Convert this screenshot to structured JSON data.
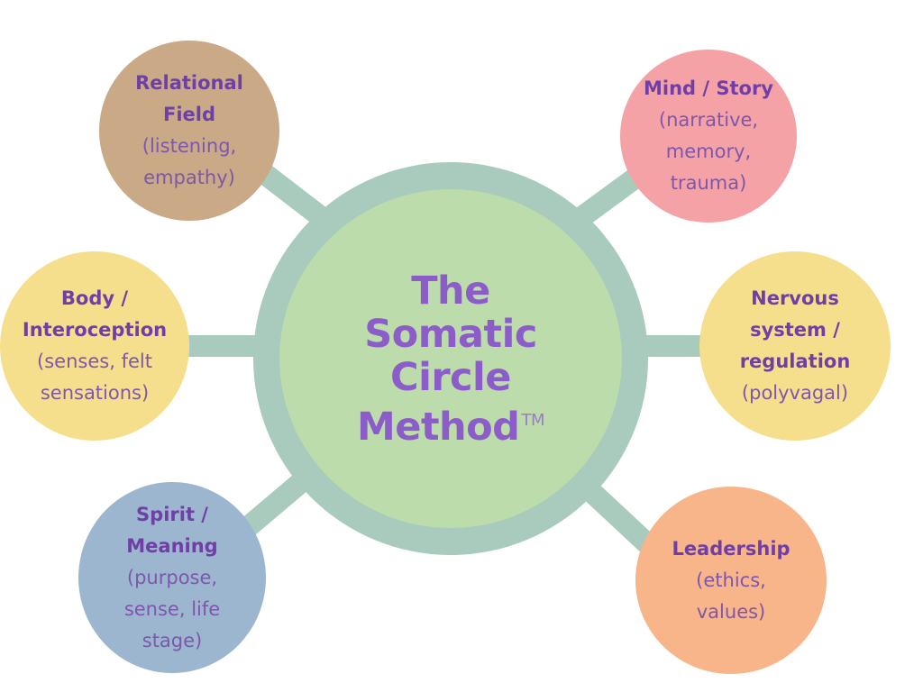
{
  "center": {
    "lines": [
      "The",
      "Somatic",
      "Circle",
      "Method"
    ],
    "trademark": "TM"
  },
  "nodes": {
    "relational": {
      "title": [
        "Relational",
        "Field"
      ],
      "sub": [
        "(listening,",
        "empathy)"
      ]
    },
    "mind": {
      "title": [
        "Mind / Story"
      ],
      "sub": [
        "(narrative,",
        "memory,",
        "trauma)"
      ]
    },
    "body": {
      "title": [
        "Body /",
        "Interoception"
      ],
      "sub": [
        "(senses, felt",
        "sensations)"
      ]
    },
    "nervous": {
      "title": [
        "Nervous",
        "system /",
        "regulation"
      ],
      "sub": [
        "(polyvagal)"
      ]
    },
    "spirit": {
      "title": [
        "Spirit /",
        "Meaning"
      ],
      "sub": [
        "(purpose,",
        "sense, life",
        "stage)"
      ]
    },
    "leadership": {
      "title": [
        "Leadership"
      ],
      "sub": [
        "(ethics,",
        "values)"
      ]
    }
  },
  "colors": {
    "connector": "#a8cbbd",
    "center_ring": "#a8cbbd",
    "center_core": "#bcdcac",
    "center_text": "#8c5dc8",
    "node_title": "#6f3fa6",
    "relational": "#caa986",
    "mind": "#f4a2a6",
    "body": "#f6df8c",
    "nervous": "#f6df8c",
    "spirit": "#9cb6cf",
    "leadership": "#f8b58a"
  }
}
